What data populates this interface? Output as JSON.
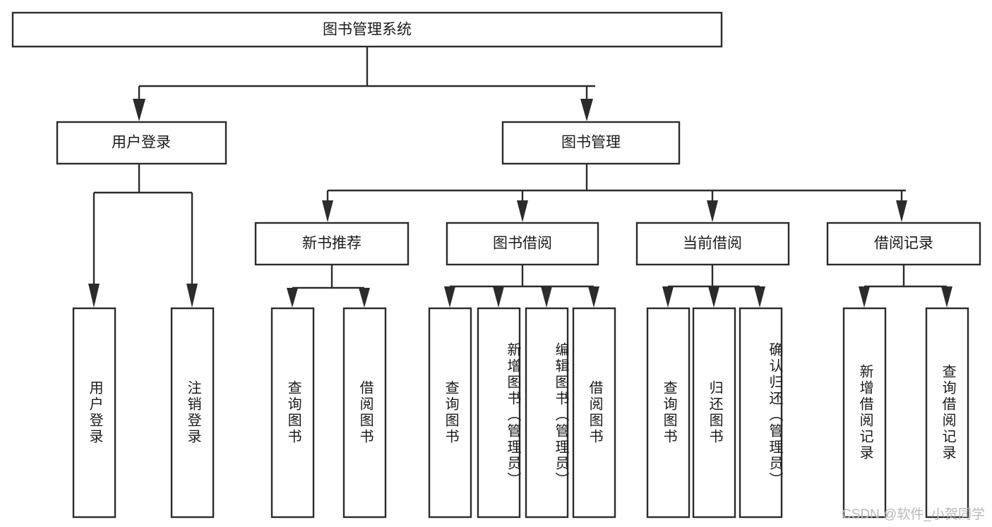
{
  "diagram": {
    "type": "tree",
    "title": "图书管理系统",
    "background_color": "#ffffff",
    "line_color": "#2b2b2b",
    "text_color": "#1a1a1a",
    "root": {
      "id": "root",
      "label": "图书管理系统",
      "orientation": "horizontal"
    },
    "level1": [
      {
        "id": "user-login",
        "label": "用户登录",
        "orientation": "horizontal"
      },
      {
        "id": "book-manage",
        "label": "图书管理",
        "orientation": "horizontal"
      }
    ],
    "level2": [
      {
        "id": "new-book-recommend",
        "label": "新书推荐",
        "orientation": "horizontal",
        "parent": "book-manage"
      },
      {
        "id": "book-borrow",
        "label": "图书借阅",
        "orientation": "horizontal",
        "parent": "book-manage"
      },
      {
        "id": "current-borrow",
        "label": "当前借阅",
        "orientation": "horizontal",
        "parent": "book-manage"
      },
      {
        "id": "borrow-record",
        "label": "借阅记录",
        "orientation": "horizontal",
        "parent": "book-manage"
      }
    ],
    "leaves": [
      {
        "id": "leaf-user-login",
        "label": "用户登录",
        "orientation": "vertical",
        "parent": "user-login"
      },
      {
        "id": "leaf-user-logout",
        "label": "注销登录",
        "orientation": "vertical",
        "parent": "user-login"
      },
      {
        "id": "leaf-query-book-1",
        "label": "查询图书",
        "orientation": "vertical",
        "parent": "new-book-recommend"
      },
      {
        "id": "leaf-borrow-book-1",
        "label": "借阅图书",
        "orientation": "vertical",
        "parent": "new-book-recommend"
      },
      {
        "id": "leaf-query-book-2",
        "label": "查询图书",
        "orientation": "vertical",
        "parent": "book-borrow"
      },
      {
        "id": "leaf-add-book",
        "label": "新增图书（管理员）",
        "orientation": "vertical",
        "parent": "book-borrow"
      },
      {
        "id": "leaf-edit-book",
        "label": "编辑图书（管理员）",
        "orientation": "vertical",
        "parent": "book-borrow"
      },
      {
        "id": "leaf-borrow-book-2",
        "label": "借阅图书",
        "orientation": "vertical",
        "parent": "book-borrow"
      },
      {
        "id": "leaf-query-book-3",
        "label": "查询图书",
        "orientation": "vertical",
        "parent": "current-borrow"
      },
      {
        "id": "leaf-return-book",
        "label": "归还图书",
        "orientation": "vertical",
        "parent": "current-borrow"
      },
      {
        "id": "leaf-confirm-return",
        "label": "确认归还（管理员）",
        "orientation": "vertical",
        "parent": "current-borrow"
      },
      {
        "id": "leaf-add-record",
        "label": "新增借阅记录",
        "orientation": "vertical",
        "parent": "borrow-record"
      },
      {
        "id": "leaf-query-record",
        "label": "查询借阅记录",
        "orientation": "vertical",
        "parent": "borrow-record"
      }
    ]
  },
  "watermark": {
    "text": "CSDN @软件_小贺同学"
  }
}
